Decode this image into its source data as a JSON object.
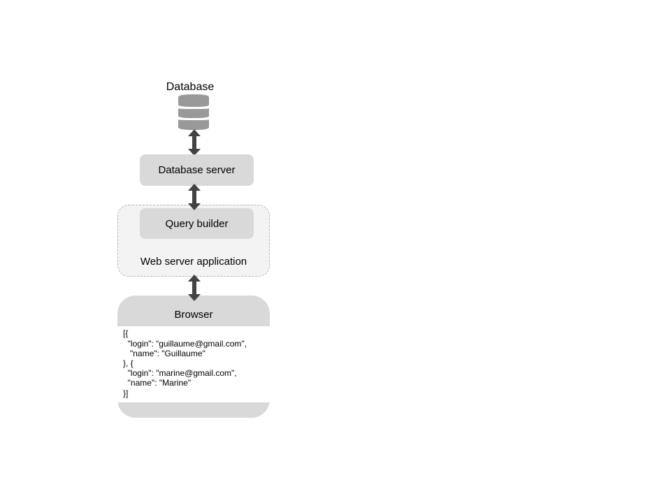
{
  "database": {
    "label": "Database"
  },
  "database_server": {
    "label": "Database server"
  },
  "web_server": {
    "label": "Web server application",
    "query_builder_label": "Query builder"
  },
  "browser": {
    "label": "Browser",
    "json_lines": [
      "[{",
      "  \"login\": “guillaume@gmail.com\",",
      "   \"name\": \"Guillaume\"",
      "}, {",
      "  \"login\": \"marine@gmail.com\",",
      "  \"name\": \"Marine\"",
      "}]"
    ]
  },
  "colors": {
    "box": "#d9d9d9",
    "container": "#f3f3f3",
    "arrow": "#434343",
    "cylinder": "#999999"
  }
}
